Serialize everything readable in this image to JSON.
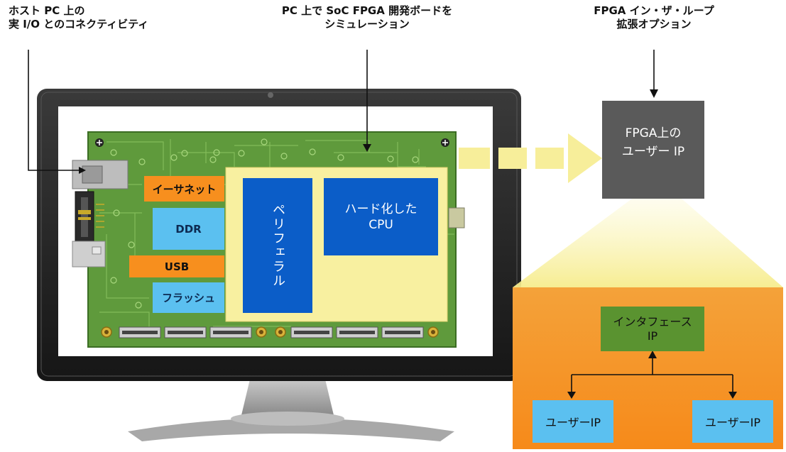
{
  "captions": {
    "host_line1": "ホスト PC 上の",
    "host_line2": "実 I/O とのコネクティビティ",
    "sim_line1": "PC 上で SoC FPGA 開発ボードを",
    "sim_line2": "シミュレーション",
    "fil_line1": "FPGA イン・ザ・ループ",
    "fil_line2": "拡張オプション"
  },
  "board": {
    "ethernet": "イーサネット",
    "ddr": "DDR",
    "usb": "USB",
    "flash": "フラッシュ",
    "peripheral": "ペリフェラル",
    "hard_cpu_line1": "ハード化した",
    "hard_cpu_line2": "CPU"
  },
  "fpga_box": {
    "line1": "FPGA上の",
    "line2": "ユーザー IP"
  },
  "detail": {
    "interface_line1": "インタフェース",
    "interface_line2": "IP",
    "user_ip_left": "ユーザーIP",
    "user_ip_right": "ユーザーIP"
  },
  "colors": {
    "board_green": "#5f9a3c",
    "orange": "#f78f1e",
    "cyan": "#5bc0f0",
    "blue": "#0b5dc8",
    "soc_yellow": "#f8f0a0",
    "fpga_gray": "#5a5a5a",
    "interface_green": "#5a9330"
  }
}
